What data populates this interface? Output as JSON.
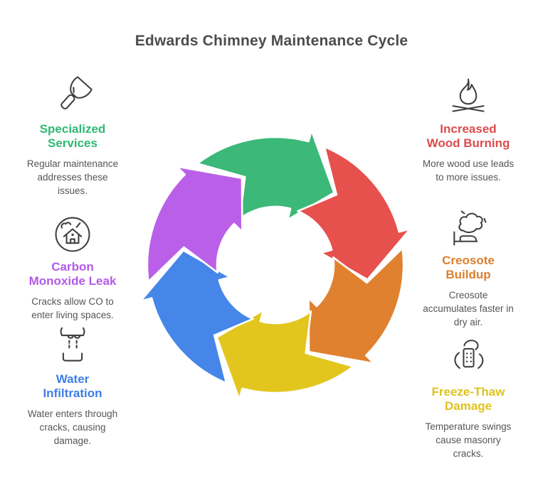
{
  "title": "Edwards Chimney Maintenance Cycle",
  "items": [
    {
      "heading": "Specialized Services",
      "body": "Regular maintenance addresses these issues.",
      "color": "#2eb873",
      "icon": "trowel-icon"
    },
    {
      "heading": "Carbon Monoxide Leak",
      "body": "Cracks allow CO to enter living spaces.",
      "color": "#b35ae8",
      "icon": "house-circle-icon"
    },
    {
      "heading": "Water Infiltration",
      "body": "Water enters through cracks, causing damage.",
      "color": "#3d7de4",
      "icon": "water-drip-icon"
    },
    {
      "heading": "Increased Wood Burning",
      "body": "More wood use leads to more issues.",
      "color": "#db4c4c",
      "icon": "campfire-icon"
    },
    {
      "heading": "Creosote Buildup",
      "body": "Creosote accumulates faster in dry air.",
      "color": "#dd7e2e",
      "icon": "smoke-chimney-icon"
    },
    {
      "heading": "Freeze-Thaw Damage",
      "body": "Temperature swings cause masonry cracks.",
      "color": "#dfc31b",
      "icon": "brick-flame-icon"
    }
  ],
  "cycle": {
    "direction": "clockwise",
    "segments": [
      {
        "name": "green-segment",
        "color": "#3cb878"
      },
      {
        "name": "red-segment",
        "color": "#e6514d"
      },
      {
        "name": "orange-segment",
        "color": "#e0812f"
      },
      {
        "name": "yellow-segment",
        "color": "#e2c61e"
      },
      {
        "name": "blue-segment",
        "color": "#4586e8"
      },
      {
        "name": "purple-segment",
        "color": "#ba60e8"
      }
    ]
  }
}
